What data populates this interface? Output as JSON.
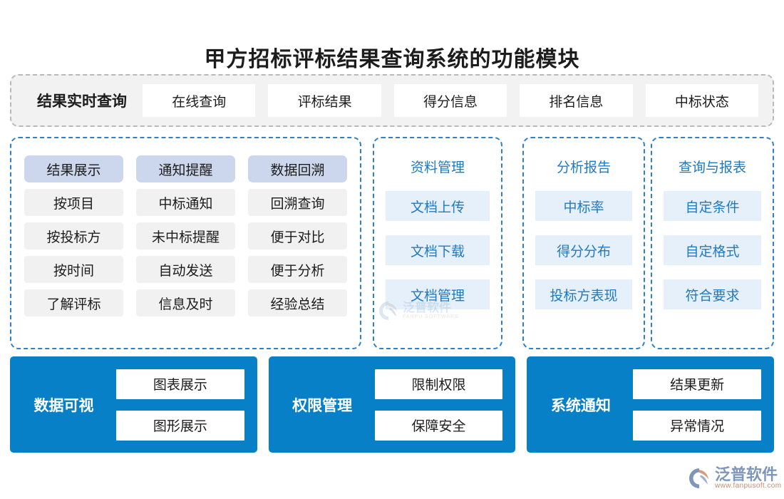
{
  "page": {
    "title": "甲方招标评标结果查询系统的功能模块"
  },
  "topbar": {
    "lead_label": "结果实时查询",
    "chips": [
      {
        "label": "在线查询"
      },
      {
        "label": "评标结果"
      },
      {
        "label": "得分信息"
      },
      {
        "label": "排名信息"
      },
      {
        "label": "中标状态"
      }
    ]
  },
  "panels": {
    "wide": {
      "columns": [
        {
          "head": "结果展示",
          "items": [
            "按项目",
            "按投标方",
            "按时间",
            "了解评标"
          ]
        },
        {
          "head": "通知提醒",
          "items": [
            "中标通知",
            "未中标提醒",
            "自动发送",
            "信息及时"
          ]
        },
        {
          "head": "数据回溯",
          "items": [
            "回溯查询",
            "便于对比",
            "便于分析",
            "经验总结"
          ]
        }
      ]
    },
    "narrow": [
      {
        "title": "资料管理",
        "items": [
          "文档上传",
          "文档下载",
          "文档管理"
        ]
      },
      {
        "title": "分析报告",
        "items": [
          "中标率",
          "得分分布",
          "投标方表现"
        ]
      },
      {
        "title": "查询与报表",
        "items": [
          "自定条件",
          "自定格式",
          "符合要求"
        ]
      }
    ]
  },
  "bottom": {
    "blocks": [
      {
        "label": "数据可视",
        "items": [
          "图表展示",
          "图形展示"
        ]
      },
      {
        "label": "权限管理",
        "items": [
          "限制权限",
          "保障安全"
        ]
      },
      {
        "label": "系统通知",
        "items": [
          "结果更新",
          "异常情况"
        ]
      }
    ]
  },
  "watermark": {
    "cn": "泛普软件",
    "en": "FANPU SOFTWARE"
  },
  "logo": {
    "cn": "泛普软件",
    "url": "www.fanpusoft.com"
  },
  "colors": {
    "accent_blue": "#0880c8",
    "panel_border_blue": "#2f7fc9",
    "head_chip_lavender": "#ccd6ec",
    "sub_chip_grey": "#f1f1f1",
    "blue_chip_bg": "#e6f0fa",
    "blue_chip_text": "#1e7ac4",
    "topbar_bg": "#f2f2f2",
    "topbar_border": "#b9b9b9"
  }
}
